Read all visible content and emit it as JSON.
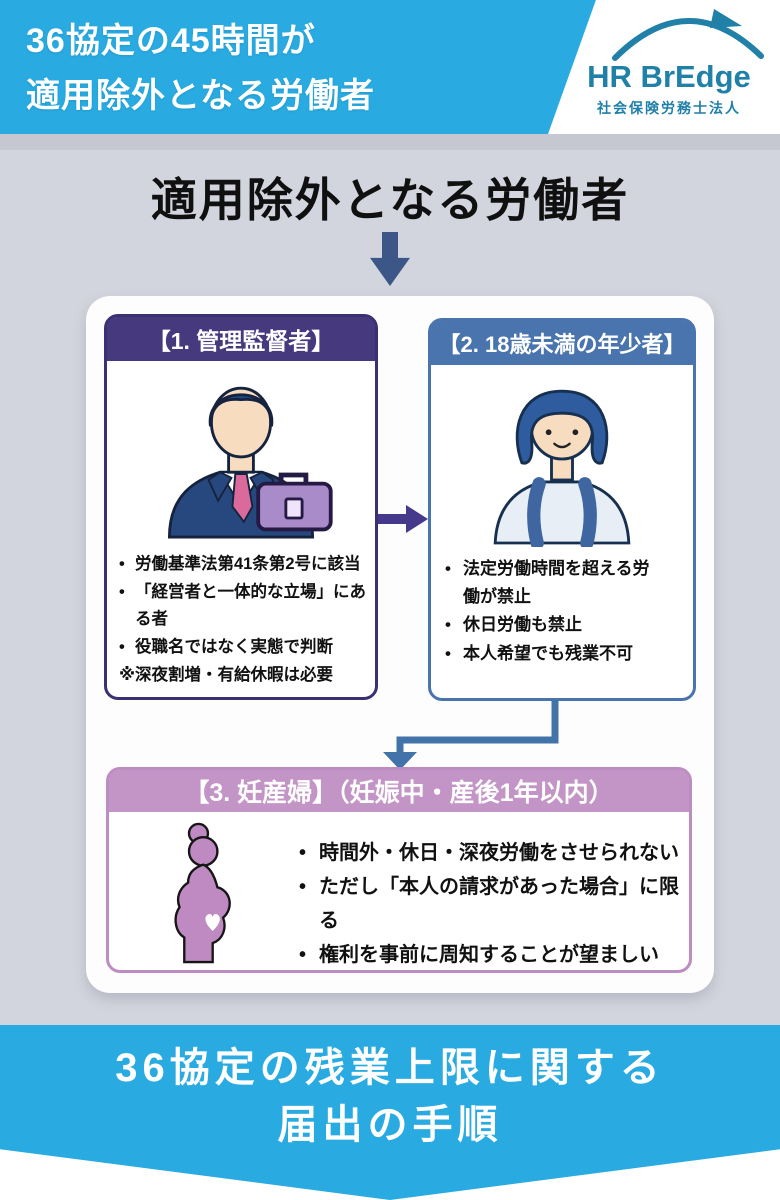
{
  "header": {
    "title_line1": "36協定の45時間が",
    "title_line2": "適用除外となる労働者",
    "logo_name": "HR BrEdge",
    "logo_subtitle": "社会保険労務士法人"
  },
  "main": {
    "title": "適用除外となる労働者",
    "boxes": [
      {
        "header": "【1. 管理監督者】",
        "illustration": "businessman",
        "bullets": [
          "労働基準法第41条第2号に該当",
          "「経営者と一体的な立場」にある者",
          "役職名ではなく実態で判断"
        ],
        "note": "※深夜割増・有給休暇は必要"
      },
      {
        "header": "【2. 18歳未満の年少者】",
        "illustration": "teenage-girl",
        "bullets": [
          "法定労働時間を超える労働が禁止",
          "休日労働も禁止",
          "本人希望でも残業不可"
        ]
      },
      {
        "header": "【3. 妊産婦】（妊娠中・産後1年以内）",
        "illustration": "pregnant-woman",
        "bullets": [
          "時間外・休日・深夜労働をさせられない",
          "ただし「本人の請求があった場合」に限る",
          "権利を事前に周知することが望ましい"
        ]
      }
    ]
  },
  "footer": {
    "title_line1": "36協定の残業上限に関する",
    "title_line2": "届出の手順"
  },
  "colors": {
    "banner_blue": "#29abe2",
    "logo_teal": "#2080a8",
    "background_gray": "#d3d5de",
    "box1_purple": "#46397e",
    "box1_border": "#3a3173",
    "box2_blue": "#4a74ae",
    "box3_pink": "#c394c6",
    "box3_border": "#bd8cc0",
    "connector_blue": "#4273a9",
    "arrow_purple": "#45398c",
    "down_arrow_navy": "#3c5787"
  }
}
